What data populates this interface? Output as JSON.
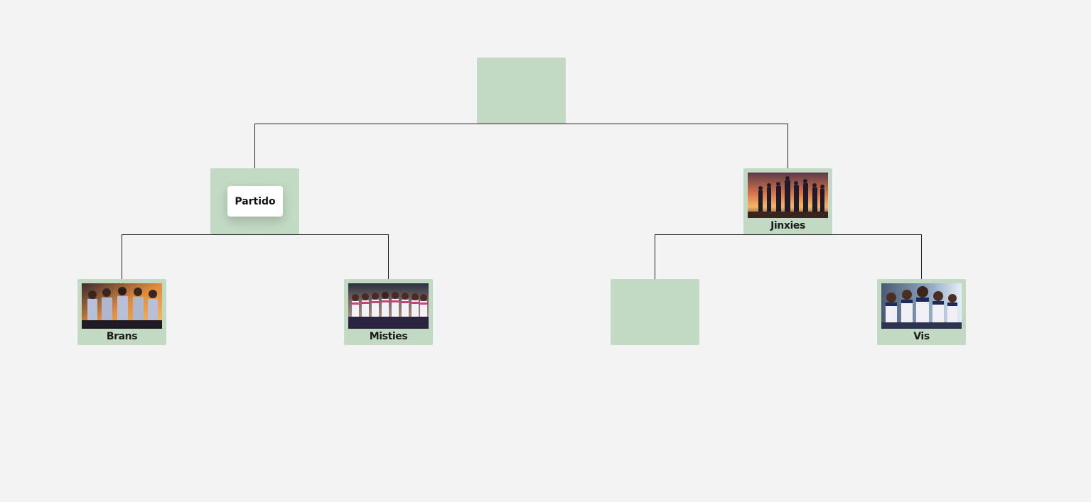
{
  "bracket": {
    "final": {
      "label": ""
    },
    "semifinal_left": {
      "button_label": "Partido"
    },
    "semifinal_right": {
      "team": "Jinxies",
      "image": "team-photo-sunset-silhouettes"
    },
    "quarterfinals": [
      {
        "team": "Brans",
        "image": "team-photo-sunset-group"
      },
      {
        "team": "Misties",
        "image": "team-photo-stadium-pink-uniforms"
      },
      {
        "team": "",
        "image": ""
      },
      {
        "team": "Vis",
        "image": "team-photo-stadium-navy-uniforms"
      }
    ]
  },
  "colors": {
    "background": "#f3f3f3",
    "slot": "#c2d9c3",
    "connector": "#222222"
  }
}
